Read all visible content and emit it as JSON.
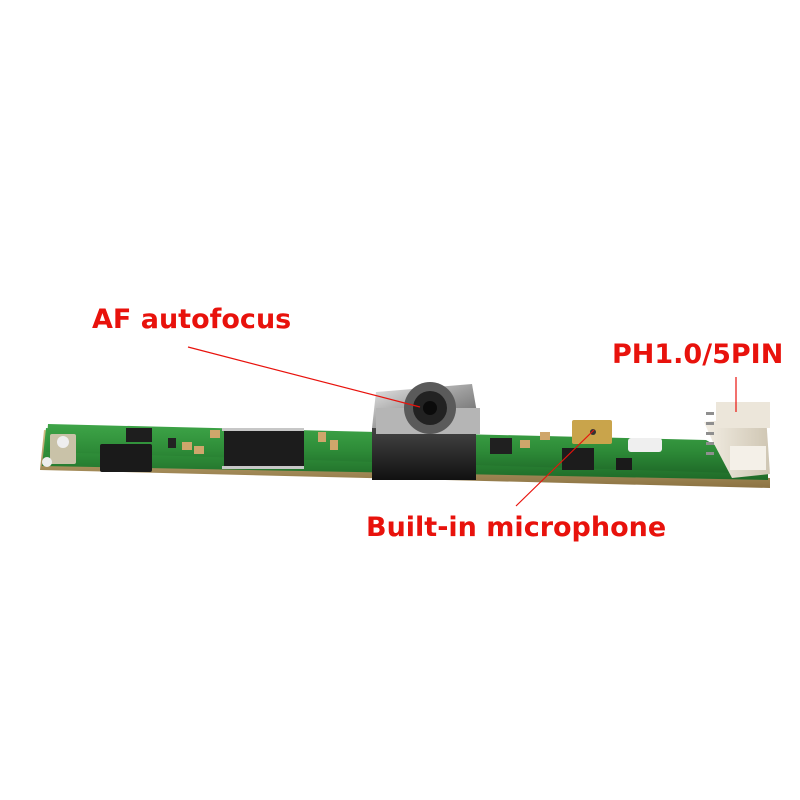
{
  "callouts": {
    "autofocus": "AF autofocus",
    "connector": "PH1.0/5PIN",
    "microphone": "Built-in microphone"
  },
  "colors": {
    "callout_text": "#e8120c",
    "leader_line": "#e8120c",
    "pcb_green": "#2f8f3a",
    "pcb_edge": "#b79a5e"
  }
}
